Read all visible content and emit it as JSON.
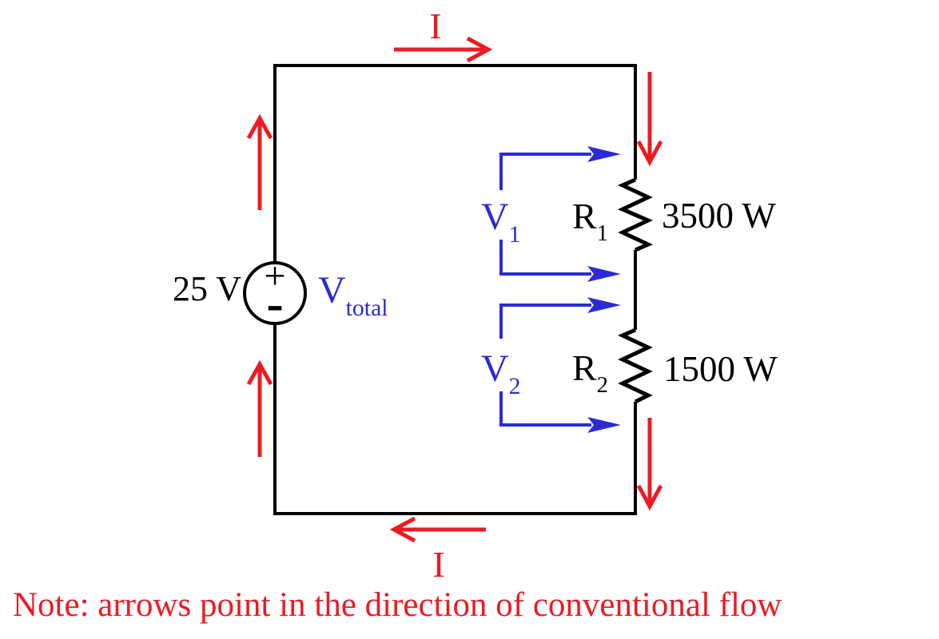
{
  "diagram": {
    "type": "series-resistor-circuit-schematic",
    "note": "Note: arrows point in the direction of conventional flow",
    "currents": {
      "top": "I",
      "bottom": "I"
    },
    "source": {
      "value": "25 V",
      "label": "V",
      "label_sub": "total",
      "plus": "+",
      "minus": "-"
    },
    "resistors": [
      {
        "label": "R",
        "sub": "1",
        "value": "3500 W"
      },
      {
        "label": "R",
        "sub": "2",
        "value": "1500 W"
      }
    ],
    "voltages": [
      {
        "label": "V",
        "sub": "1"
      },
      {
        "label": "V",
        "sub": "2"
      }
    ],
    "colors": {
      "wire": "#000000",
      "current": "#ec1b23",
      "voltage": "#2b2bd5",
      "text": "#000000"
    }
  }
}
